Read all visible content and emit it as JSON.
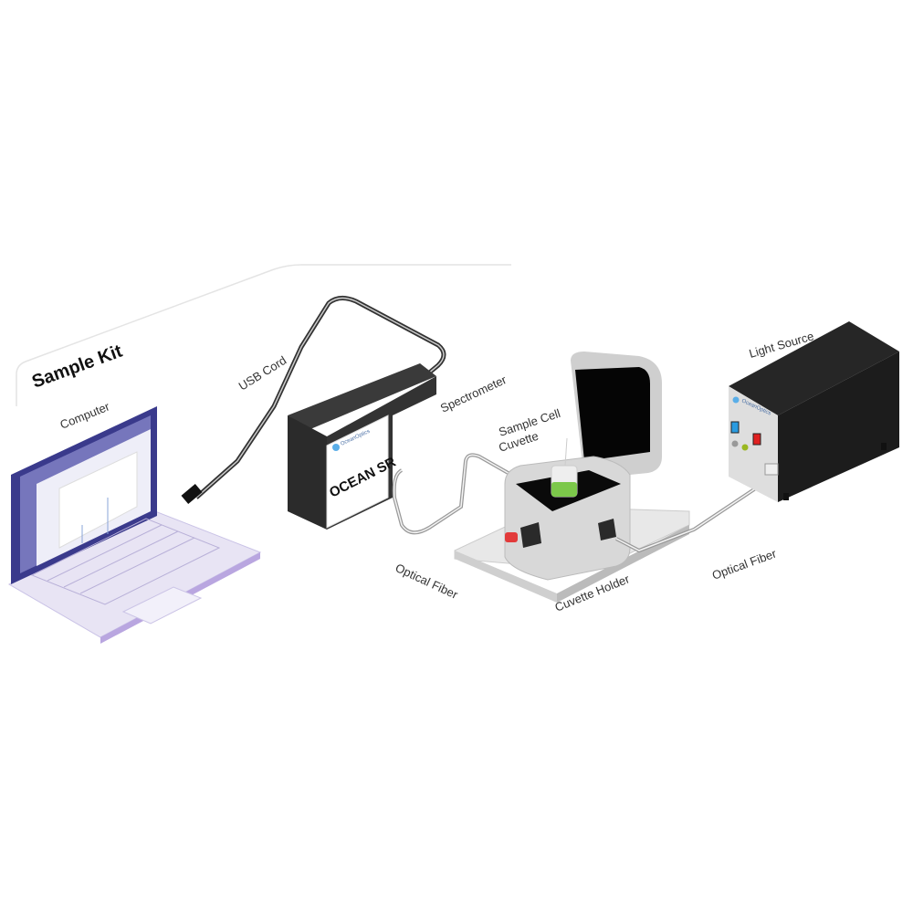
{
  "kit": {
    "title": "Sample Kit"
  },
  "labels": {
    "computer": "Computer",
    "usb_cord": "USB Cord",
    "spectrometer": "Spectrometer",
    "sample_cell_line1": "Sample Cell",
    "sample_cell_line2": "Cuvette",
    "light_source": "Light Source",
    "optical_fiber_left": "Optical Fiber",
    "cuvette_holder": "Cuvette Holder",
    "optical_fiber_right": "Optical Fiber"
  },
  "spectrometer": {
    "model": "OCEAN SR",
    "brand": "OceanOptics"
  },
  "light_source": {
    "brand": "OceanOptics"
  },
  "colors": {
    "laptop_screen": "#3a3a8c",
    "laptop_body": "#e6e3f3",
    "device_dark": "#2b2b2b",
    "device_gray": "#d9d9d9",
    "led_blue": "#2a9be0",
    "led_red": "#e02020",
    "led_green": "#9ab820",
    "cap_red": "#e23a3a",
    "cuvette_green": "#7cc84a"
  }
}
